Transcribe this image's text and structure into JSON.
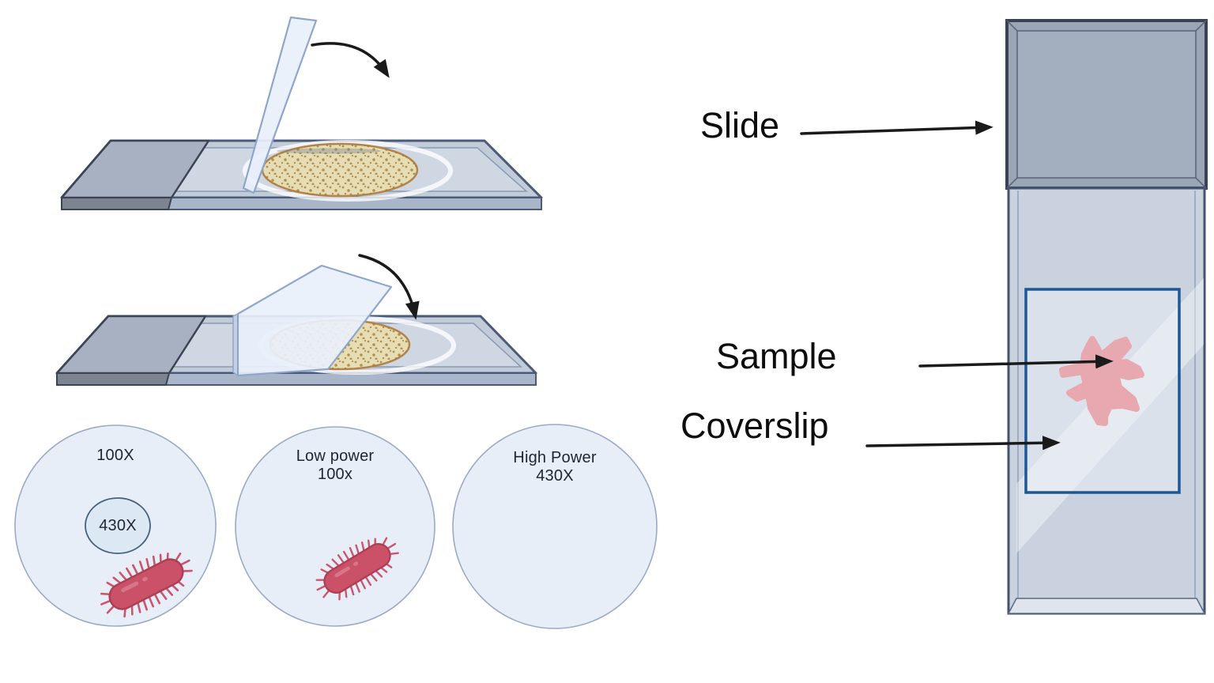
{
  "field_views": [
    {
      "label_line1": "100X",
      "inner_label": "430X",
      "has_bacterium": true
    },
    {
      "label_line1": "Low power",
      "label_line2": "100x",
      "has_bacterium": true
    },
    {
      "label_line1": "High Power",
      "label_line2": "430X",
      "has_bacterium": false
    }
  ],
  "annotations": {
    "slide": "Slide",
    "sample": "Sample",
    "coverslip": "Coverslip"
  },
  "icons": [
    "coverslip-blade-icon",
    "motion-arrow-icon",
    "bacterium-icon",
    "specimen-smear-icon",
    "pointer-arrow-icon"
  ],
  "colors": {
    "slide_border": "#4a5a78",
    "glass_fill": "#c2ccd9",
    "frosted_fill": "#a7b1c1",
    "frosted_dark": "#3a4254",
    "specimen_fill": "#e7ddb5",
    "specimen_dot": "#9c7a30",
    "specimen_rim": "#b5834a",
    "blade_fill": "#e9f0fb",
    "blade_border": "#8fa6cc",
    "field_fill": "#e8eef7",
    "field_border": "#9aaac6",
    "bact_body": "#cb5168",
    "coverslip_border": "#1d5795",
    "sample_pink": "#e7a9af",
    "arrow_color": "#1a1a1a",
    "text_color": "#111111"
  }
}
